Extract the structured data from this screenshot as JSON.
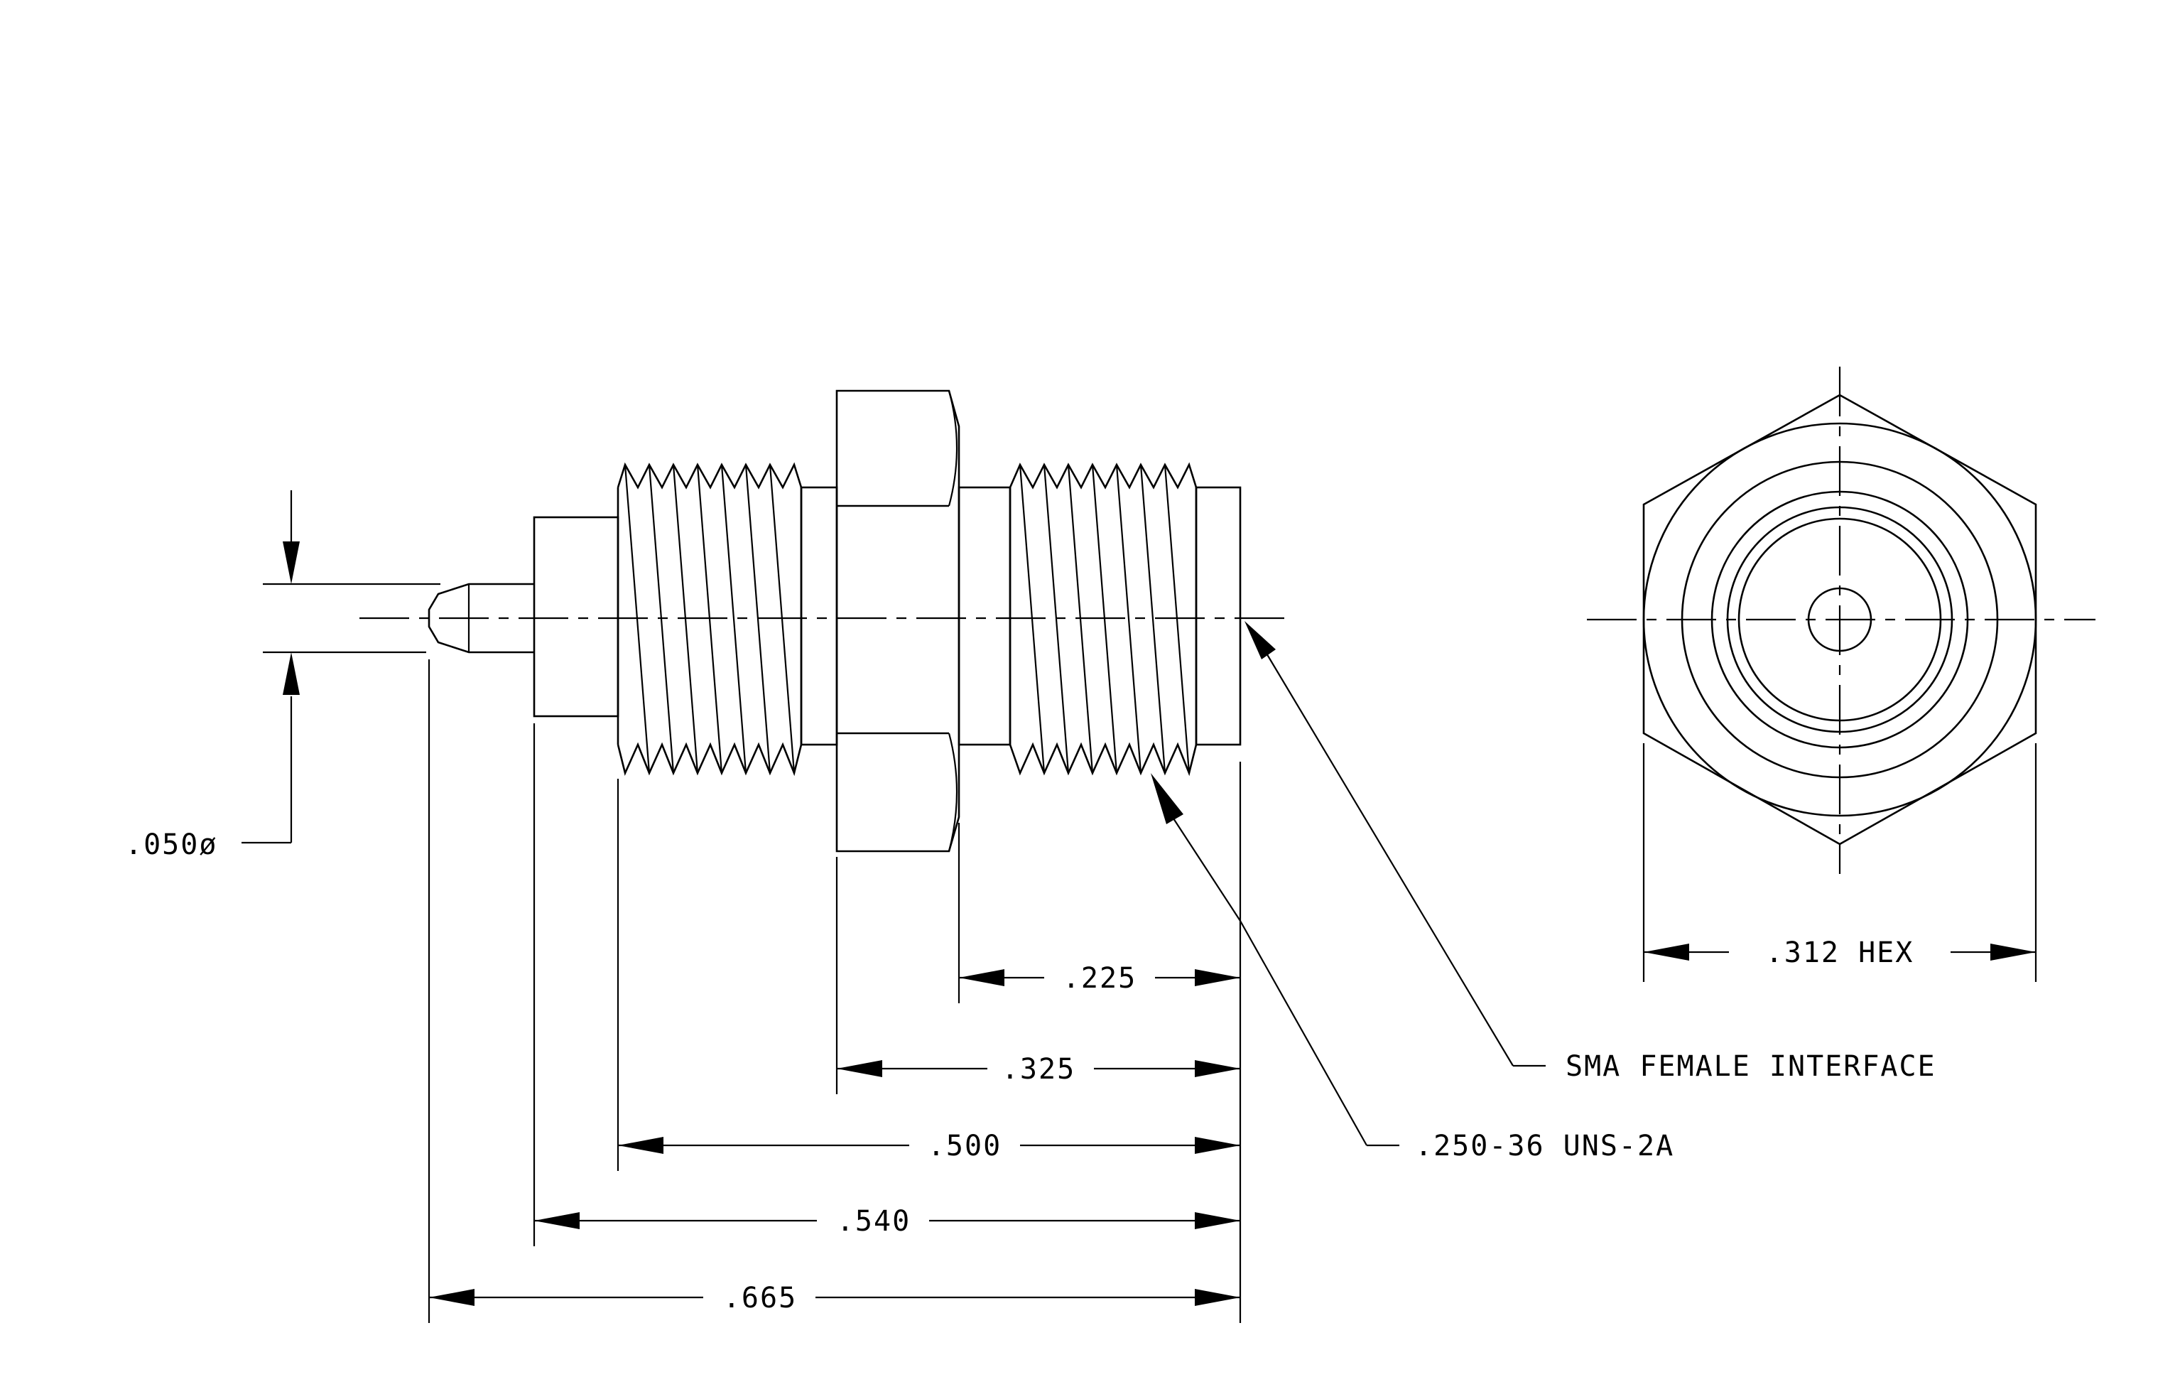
{
  "drawing": {
    "dimensions": {
      "pin_diameter": ".050ø",
      "d225": ".225",
      "d325": ".325",
      "d500": ".500",
      "d540": ".540",
      "d665": ".665",
      "hex": ".312 HEX"
    },
    "callouts": {
      "interface": "SMA FEMALE INTERFACE",
      "thread": ".250-36 UNS-2A"
    }
  }
}
